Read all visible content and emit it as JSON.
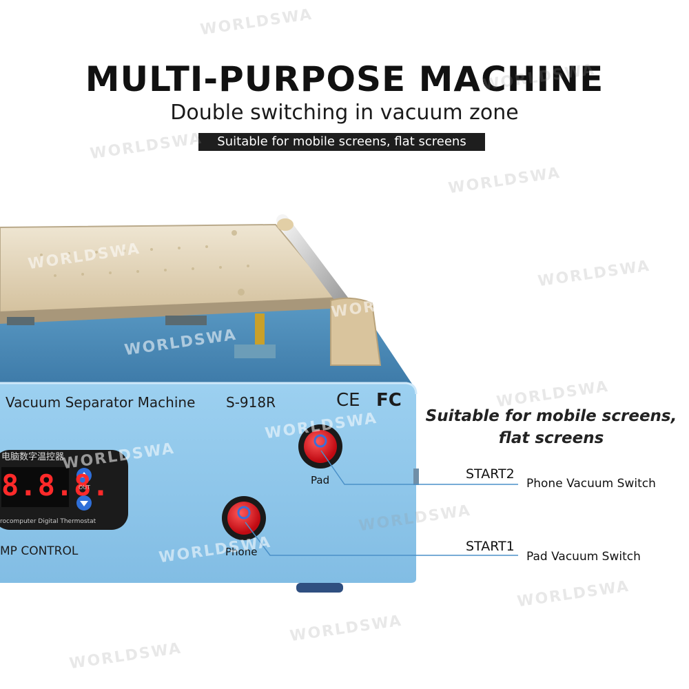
{
  "header": {
    "title": "MULTI-PURPOSE MACHINE",
    "subtitle": "Double switching in vacuum zone",
    "badge": "Suitable for mobile screens, flat screens"
  },
  "machine": {
    "name_label": "Vacuum Separator Machine",
    "model": "S-918R",
    "ce_mark": "CE",
    "fc_mark": "FC",
    "thermostat_cn": "电脑数字温控器",
    "display_value": "8.8.8.",
    "out_label": "OUT",
    "thermostat_en": "rocomputer Digital Thermostat",
    "control_label": "MP CONTROL"
  },
  "buttons": {
    "pad_label": "Pad",
    "phone_label": "Phone"
  },
  "caption": {
    "line1": "Suitable for mobile screens,",
    "line2": "flat screens"
  },
  "callouts": [
    {
      "tag": "START2",
      "desc": "Phone Vacuum Switch"
    },
    {
      "tag": "START1",
      "desc": "Pad Vacuum Switch"
    }
  ],
  "watermark": "WORLDSWA",
  "colors": {
    "body_blue": "#8fc8ec",
    "plate_gold": "#d8c7a6",
    "button_red": "#e0141c",
    "display_red": "#ff2a2a",
    "callout_line": "#4a90c8"
  }
}
